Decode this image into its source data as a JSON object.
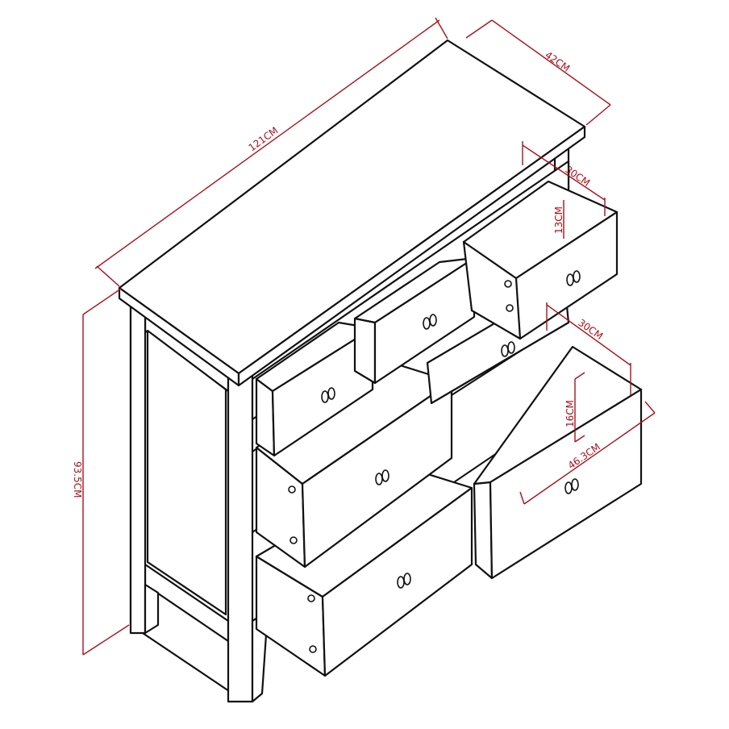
{
  "dimensions": {
    "width": "121CM",
    "depth": "42CM",
    "small_drawer_depth": "30CM",
    "small_drawer_height": "13CM",
    "large_drawer_depth": "30CM",
    "large_drawer_height": "16CM",
    "large_drawer_width": "46.3CM",
    "height": "93.5CM"
  },
  "colors": {
    "dimension_lines": "#a8101c",
    "outline": "#111111",
    "background": "#ffffff"
  }
}
